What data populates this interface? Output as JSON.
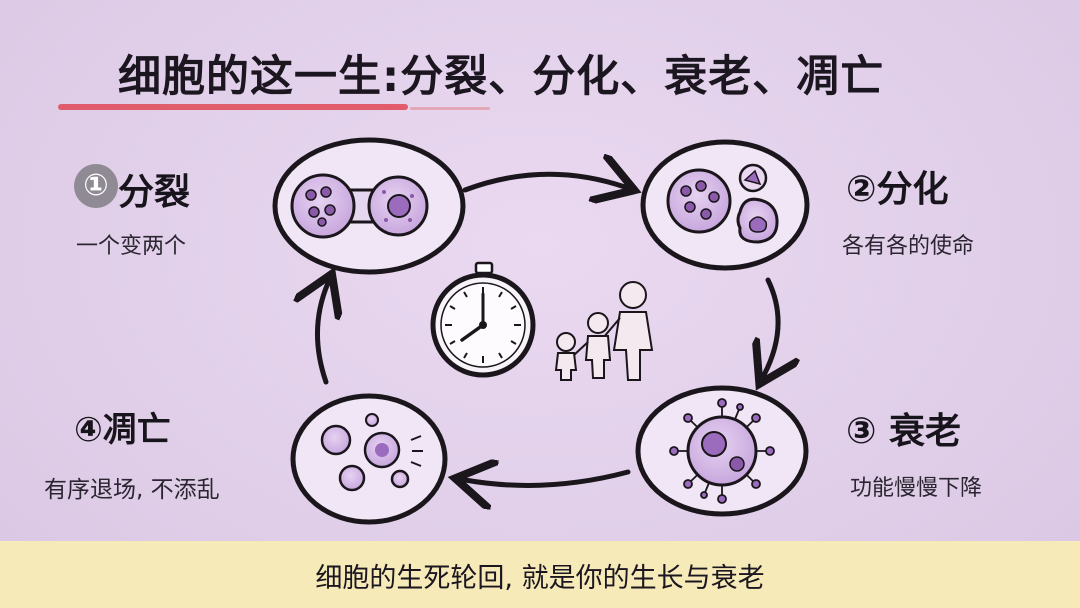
{
  "title": "细胞的这一生:分裂、分化、衰老、凋亡",
  "stages": [
    {
      "number": "①",
      "name": "分裂",
      "description": "一个变两个"
    },
    {
      "number": "②",
      "name": "分化",
      "description": "各有各的使命"
    },
    {
      "number": "③",
      "name": "衰老",
      "description": "功能慢慢下降"
    },
    {
      "number": "④",
      "name": "凋亡",
      "description": "有序退场, 不添乱"
    }
  ],
  "caption": "细胞的生死轮回, 就是你的生长与衰老",
  "colors": {
    "cell_fill": "#c9a8dd",
    "cell_dark": "#9b6bbd",
    "underline": "#e0505e",
    "caption_band": "#f6eab8"
  },
  "icons": [
    "stopwatch-icon",
    "family-icon"
  ]
}
